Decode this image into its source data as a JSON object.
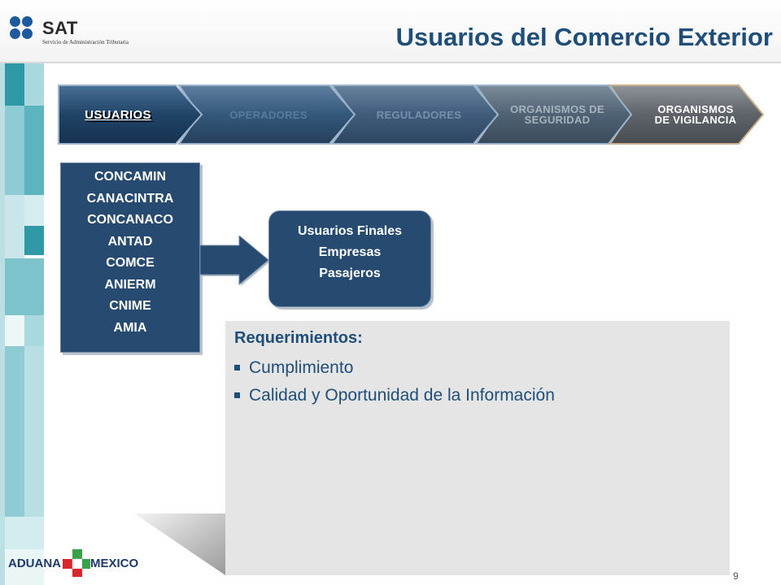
{
  "header": {
    "title": "Usuarios del Comercio Exterior",
    "sat_logo": {
      "name": "SAT",
      "subtitle": "Servicio de Administración Tributaria"
    }
  },
  "process_steps": [
    {
      "label": "USUARIOS",
      "active": true
    },
    {
      "label": "OPERADORES",
      "active": false
    },
    {
      "label": "REGULADORES",
      "active": false
    },
    {
      "label": "ORGANISMOS DE SEGURIDAD",
      "active": false
    },
    {
      "label": "ORGANISMOS DE VIGILANCIA",
      "active": false
    }
  ],
  "organizations": [
    "CONCAMIN",
    "CANACINTRA",
    "CONCANACO",
    "ANTAD",
    "COMCE",
    "ANIERM",
    "CNIME",
    "AMIA"
  ],
  "final_users": [
    "Usuarios Finales",
    "Empresas",
    "Pasajeros"
  ],
  "requirements": {
    "title": "Requerimientos:",
    "items": [
      "Cumplimiento",
      "Calidad y Oportunidad de la Información"
    ]
  },
  "footer": {
    "logo_left": "ADUANA",
    "logo_right": "MEXICO",
    "page_number": "9"
  },
  "colors": {
    "title_blue": "#1f4e79",
    "box_blue": "#274b70",
    "panel_gray": "#e5e5e5"
  }
}
